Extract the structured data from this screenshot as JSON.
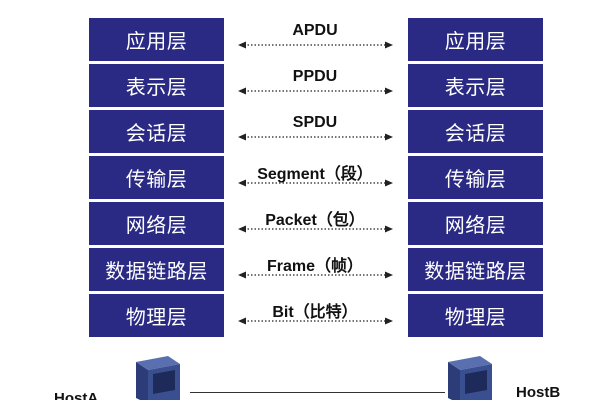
{
  "left_stack": {
    "layers": [
      "应用层",
      "表示层",
      "会话层",
      "传输层",
      "网络层",
      "数据链路层",
      "物理层"
    ]
  },
  "right_stack": {
    "layers": [
      "应用层",
      "表示层",
      "会话层",
      "传输层",
      "网络层",
      "数据链路层",
      "物理层"
    ]
  },
  "pdus": [
    "APDU",
    "PPDU",
    "SPDU",
    "Segment（段）",
    "Packet（包）",
    "Frame（帧）",
    "Bit（比特）"
  ],
  "hosts": {
    "left": "HostA",
    "right": "HostB"
  },
  "colors": {
    "layer_fill": "#2a2a84",
    "layer_text": "#ffffff",
    "computer": "#3a4f8f"
  }
}
